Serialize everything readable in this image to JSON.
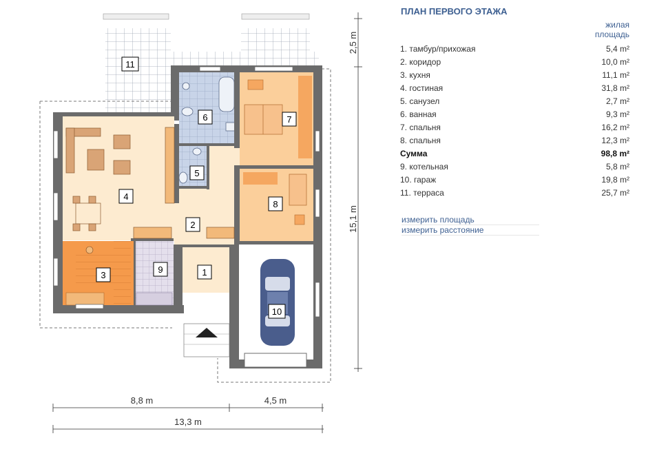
{
  "legend": {
    "title": "ПЛАН ПЕРВОГО ЭТАЖА",
    "area_header_line1": "жилая",
    "area_header_line2": "площадь",
    "rows": [
      {
        "name": "1. тамбур/прихожая",
        "area": "5,4 m²"
      },
      {
        "name": "2. коридор",
        "area": "10,0 m²"
      },
      {
        "name": "3. кухня",
        "area": "11,1 m²"
      },
      {
        "name": "4. гостиная",
        "area": "31,8 m²"
      },
      {
        "name": "5. санузел",
        "area": "2,7 m²"
      },
      {
        "name": "6. ванная",
        "area": "9,3 m²"
      },
      {
        "name": "7. спальня",
        "area": "16,2 m²"
      },
      {
        "name": "8. спальня",
        "area": "12,3 m²"
      },
      {
        "name": "Сумма",
        "area": "98,8 m²"
      },
      {
        "name": "9. котельная",
        "area": "5,8 m²"
      },
      {
        "name": "10. гараж",
        "area": "19,8 m²"
      },
      {
        "name": "11. терраса",
        "area": "25,7 m²"
      }
    ]
  },
  "links": {
    "measure_area": "измерить площадь",
    "measure_distance": "измерить расстояние"
  },
  "plan": {
    "dims": {
      "top_right": "2,5 m",
      "right": "15,1 m",
      "bottom_left": "8,8 m",
      "bottom_right": "4,5 m",
      "bottom_total": "13,3 m"
    },
    "rooms": {
      "r1": "1",
      "r2": "2",
      "r3": "3",
      "r4": "4",
      "r5": "5",
      "r6": "6",
      "r7": "7",
      "r8": "8",
      "r9": "9",
      "r10": "10",
      "r11": "11"
    }
  },
  "colors": {
    "living": "#fdebd0",
    "bedroom": "#fbcf9b",
    "kitchen": "#f59a4b",
    "bath_tile": "#c8d4e8",
    "terrace_tile": "#d9dde4",
    "garage": "#ffffff",
    "wall": "#6b6b6b",
    "car": "#4a5d8c",
    "link": "#3d5f91"
  }
}
